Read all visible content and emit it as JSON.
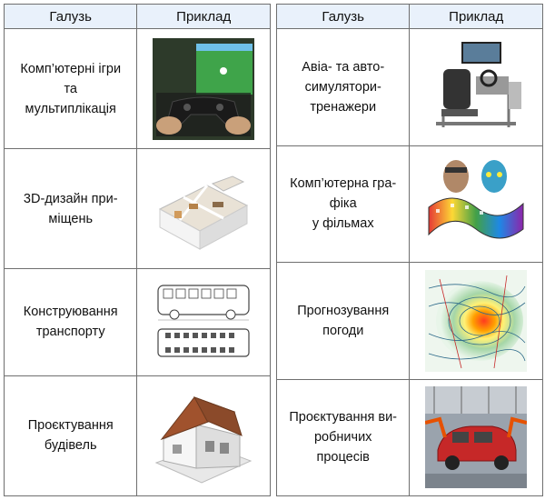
{
  "headers": {
    "domain": "Галузь",
    "example": "Приклад"
  },
  "left": [
    {
      "lines": [
        "Комп’ютерні ігри",
        "та",
        "мультиплікація"
      ],
      "image": "gamepad-tv-photo"
    },
    {
      "lines": [
        "3D-дизайн при-",
        "міщень"
      ],
      "image": "3d-apartment-plan"
    },
    {
      "lines": [
        "Конструювання",
        "транспорту"
      ],
      "image": "bus-blueprint"
    },
    {
      "lines": [
        "Проєктування",
        "будівель"
      ],
      "image": "house-cutaway-model"
    }
  ],
  "right": [
    {
      "lines": [
        "Авіа- та авто-",
        "симулятори-",
        "тренажери"
      ],
      "image": "driving-simulator"
    },
    {
      "lines": [
        "Комп’ютерна гра-",
        "фіка",
        "у фільмах"
      ],
      "image": "film-cgi-faces"
    },
    {
      "lines": [
        "Прогнозування",
        "погоди"
      ],
      "image": "weather-map"
    },
    {
      "lines": [
        "Проєктування ви-",
        "робничих",
        "процесів"
      ],
      "image": "car-factory-line"
    }
  ]
}
